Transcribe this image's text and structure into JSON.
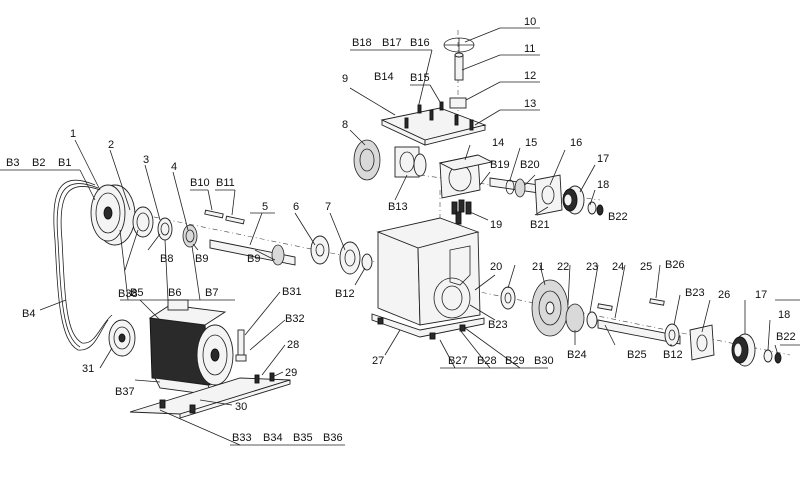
{
  "labels": {
    "p1": "1",
    "p2": "2",
    "p3": "3",
    "p4": "4",
    "p5": "5",
    "p6": "6",
    "p7": "7",
    "p8": "8",
    "p9": "9",
    "p10": "10",
    "p11": "11",
    "p12": "12",
    "p13": "13",
    "p14": "14",
    "p15": "15",
    "p16": "16",
    "p17": "17",
    "p17b": "17",
    "p18": "18",
    "p18b": "18",
    "p19": "19",
    "p20": "20",
    "p21": "21",
    "p22": "22",
    "p23": "23",
    "p24": "24",
    "p25": "25",
    "p26": "26",
    "p27": "27",
    "p28": "28",
    "p29": "29",
    "p30": "30",
    "p31": "31",
    "B1": "B1",
    "B2": "B2",
    "B3": "B3",
    "B4": "B4",
    "B5": "B5",
    "B6": "B6",
    "B7": "B7",
    "B8": "B8",
    "B9": "B9",
    "B9b": "B9",
    "B10": "B10",
    "B11": "B11",
    "B12": "B12",
    "B12b": "B12",
    "B13": "B13",
    "B14": "B14",
    "B15": "B15",
    "B16": "B16",
    "B17": "B17",
    "B18": "B18",
    "B19": "B19",
    "B20": "B20",
    "B21": "B21",
    "B22": "B22",
    "B22b": "B22",
    "B23": "B23",
    "B23b": "B23",
    "B24": "B24",
    "B25": "B25",
    "B26": "B26",
    "B27": "B27",
    "B28": "B28",
    "B29": "B29",
    "B30": "B30",
    "B31": "B31",
    "B32": "B32",
    "B33": "B33",
    "B34": "B34",
    "B35": "B35",
    "B36": "B36",
    "B37": "B37",
    "B38": "B38"
  }
}
